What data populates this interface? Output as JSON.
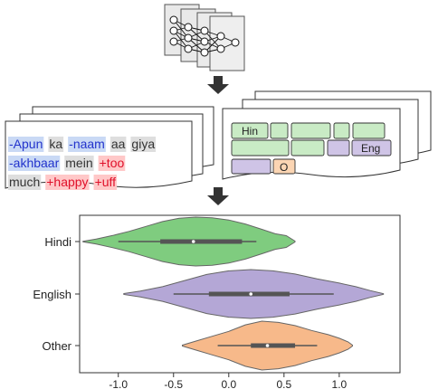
{
  "network_icon": "neural-network-icon",
  "arrow_icon": "down-arrow-icon",
  "text_card": {
    "lines": [
      [
        {
          "text": "-Apun",
          "lang": "hin"
        },
        {
          "text": "ka",
          "lang": "none"
        },
        {
          "text": "-naam",
          "lang": "hin"
        },
        {
          "text": "aa",
          "lang": "none"
        },
        {
          "text": "giya",
          "lang": "none"
        }
      ],
      [
        {
          "text": "-akhbaar",
          "lang": "hin"
        },
        {
          "text": "mein",
          "lang": "none"
        },
        {
          "text": "+too",
          "lang": "eng"
        }
      ],
      [
        {
          "text": "much",
          "lang": "none"
        },
        {
          "text": "+happy",
          "lang": "eng"
        },
        {
          "text": "+uff",
          "lang": "eng"
        }
      ]
    ]
  },
  "tag_card": {
    "hin_label": "Hin",
    "eng_label": "Eng",
    "other_label": "O"
  },
  "colors": {
    "hindi": "#7fcc7f",
    "english": "#b4a7d6",
    "other": "#f7b98a",
    "hin_highlight": "#c9d9f5",
    "hin_text": "#2233cc",
    "eng_highlight": "#ffc8c8",
    "eng_text": "#e0102a",
    "neutral_highlight": "#dedede"
  },
  "chart_data": {
    "type": "violin",
    "orientation": "horizontal",
    "categories": [
      "Hindi",
      "English",
      "Other"
    ],
    "xlim": [
      -1.35,
      1.55
    ],
    "xticks": [
      "-1.0",
      "-0.5",
      "0.0",
      "0.5",
      "1.0"
    ],
    "xtick_values": [
      -1.0,
      -0.5,
      0.0,
      0.5,
      1.0
    ],
    "series": [
      {
        "category": "Hindi",
        "min": -1.32,
        "max": 0.6,
        "q1": -0.62,
        "median": -0.32,
        "q3": 0.12,
        "whisker_low": -1.0,
        "whisker_high": 0.25,
        "profile": [
          [
            -1.32,
            0.01
          ],
          [
            -1.2,
            0.1
          ],
          [
            -1.05,
            0.25
          ],
          [
            -0.9,
            0.42
          ],
          [
            -0.75,
            0.62
          ],
          [
            -0.6,
            0.82
          ],
          [
            -0.45,
            0.95
          ],
          [
            -0.3,
            1.0
          ],
          [
            -0.15,
            0.97
          ],
          [
            0.0,
            0.88
          ],
          [
            0.15,
            0.72
          ],
          [
            0.3,
            0.5
          ],
          [
            0.42,
            0.32
          ],
          [
            0.52,
            0.24
          ],
          [
            0.6,
            0.02
          ]
        ]
      },
      {
        "category": "English",
        "min": -0.95,
        "max": 1.4,
        "q1": -0.18,
        "median": 0.2,
        "q3": 0.55,
        "whisker_low": -0.5,
        "whisker_high": 0.95,
        "profile": [
          [
            -0.95,
            0.02
          ],
          [
            -0.8,
            0.12
          ],
          [
            -0.6,
            0.3
          ],
          [
            -0.4,
            0.55
          ],
          [
            -0.2,
            0.8
          ],
          [
            0.0,
            0.95
          ],
          [
            0.2,
            1.0
          ],
          [
            0.4,
            0.95
          ],
          [
            0.6,
            0.82
          ],
          [
            0.8,
            0.62
          ],
          [
            1.0,
            0.45
          ],
          [
            1.15,
            0.3
          ],
          [
            1.28,
            0.14
          ],
          [
            1.4,
            0.01
          ]
        ]
      },
      {
        "category": "Other",
        "min": -0.42,
        "max": 1.12,
        "q1": 0.2,
        "median": 0.35,
        "q3": 0.6,
        "whisker_low": -0.1,
        "whisker_high": 0.8,
        "profile": [
          [
            -0.42,
            0.02
          ],
          [
            -0.3,
            0.18
          ],
          [
            -0.15,
            0.38
          ],
          [
            0.0,
            0.58
          ],
          [
            0.15,
            0.85
          ],
          [
            0.3,
            1.0
          ],
          [
            0.45,
            0.95
          ],
          [
            0.6,
            0.82
          ],
          [
            0.75,
            0.62
          ],
          [
            0.9,
            0.45
          ],
          [
            1.0,
            0.3
          ],
          [
            1.08,
            0.15
          ],
          [
            1.12,
            0.02
          ]
        ]
      }
    ]
  }
}
